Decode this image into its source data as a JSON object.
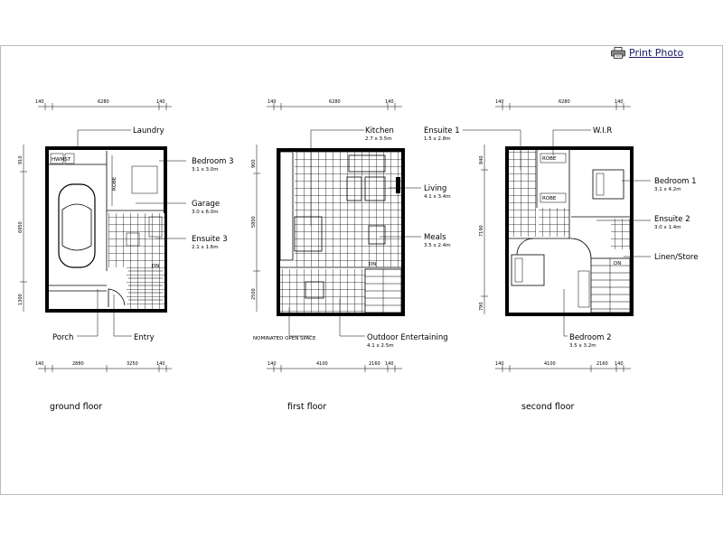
{
  "toolbar": {
    "print_label": "Print Photo",
    "print_icon": "printer-icon"
  },
  "plans": {
    "ground": {
      "caption": "ground floor",
      "rooms": {
        "laundry": {
          "name": "Laundry",
          "size": ""
        },
        "bedroom3": {
          "name": "Bedroom 3",
          "size": "3.1 x 3.0m"
        },
        "garage": {
          "name": "Garage",
          "size": "3.0 x 6.0m"
        },
        "ensuite3": {
          "name": "Ensuite 3",
          "size": "2.1 x 1.6m"
        },
        "porch": {
          "name": "Porch",
          "size": ""
        },
        "entry": {
          "name": "Entry",
          "size": ""
        }
      },
      "tags": {
        "hwms": "HWMS",
        "t": "T",
        "robe": "ROBE",
        "dn": "DN"
      },
      "dims": {
        "top": [
          "140",
          "6280",
          "140"
        ],
        "bottom": [
          "140",
          "2880",
          "3250",
          "140"
        ],
        "left": [
          "910",
          "6950",
          "1300"
        ]
      }
    },
    "first": {
      "caption": "first floor",
      "rooms": {
        "kitchen": {
          "name": "Kitchen",
          "size": "2.7 x 3.5m"
        },
        "living": {
          "name": "Living",
          "size": "4.1 x 3.4m"
        },
        "meals": {
          "name": "Meals",
          "size": "3.5 x 2.4m"
        },
        "outdoor": {
          "name": "Outdoor Entertaining",
          "size": "4.1 x 2.5m"
        }
      },
      "notes": {
        "open_space": "NOMINATED OPEN SPACE"
      },
      "tags": {
        "dn": "DN"
      },
      "dims": {
        "top": [
          "140",
          "6280",
          "140"
        ],
        "bottom": [
          "140",
          "4100",
          "2160",
          "140"
        ],
        "left": [
          "900",
          "5800",
          "2500"
        ]
      }
    },
    "second": {
      "caption": "second floor",
      "rooms": {
        "ensuite1": {
          "name": "Ensuite 1",
          "size": "1.5 x 2.8m"
        },
        "wir": {
          "name": "W.I.R",
          "size": ""
        },
        "bedroom1": {
          "name": "Bedroom 1",
          "size": "3.1 x 4.2m"
        },
        "ensuite2": {
          "name": "Ensuite 2",
          "size": "3.0 x 1.4m"
        },
        "linen": {
          "name": "Linen/Store",
          "size": ""
        },
        "bedroom2": {
          "name": "Bedroom 2",
          "size": "3.5 x 3.2m"
        }
      },
      "tags": {
        "robe": "ROBE",
        "dn": "DN"
      },
      "dims": {
        "top": [
          "140",
          "6280",
          "140"
        ],
        "bottom": [
          "140",
          "4100",
          "2160",
          "140"
        ],
        "left": [
          "840",
          "7190",
          "790"
        ]
      }
    }
  }
}
